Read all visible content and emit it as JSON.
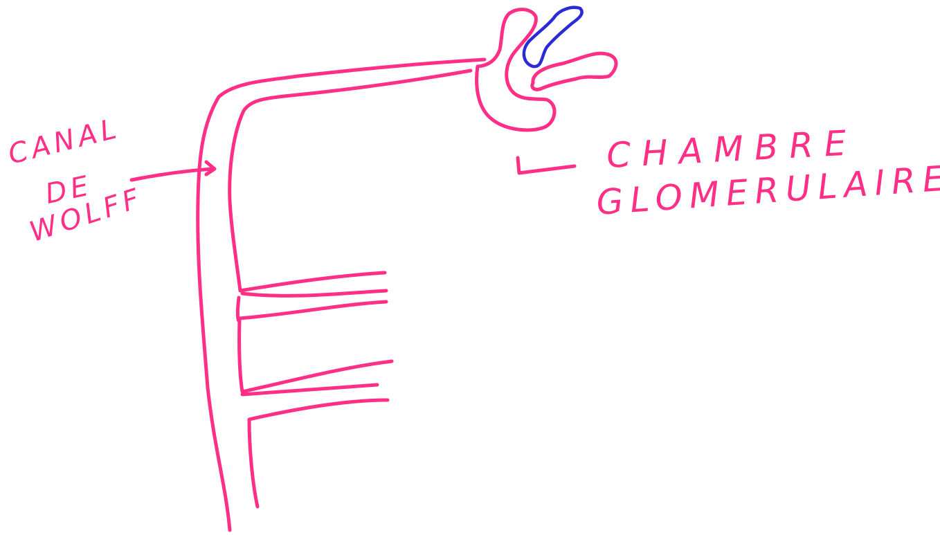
{
  "colors": {
    "ink_primary": "#ff2e86",
    "ink_secondary": "#2b2bd6",
    "background": "#ffffff"
  },
  "labels": {
    "canal_line1": "CANAL",
    "canal_line2": "DE",
    "canal_line3": "WOLFF",
    "chambre_line1": "CHAMBRE",
    "chambre_line2": "GLOMERULAIRE"
  }
}
